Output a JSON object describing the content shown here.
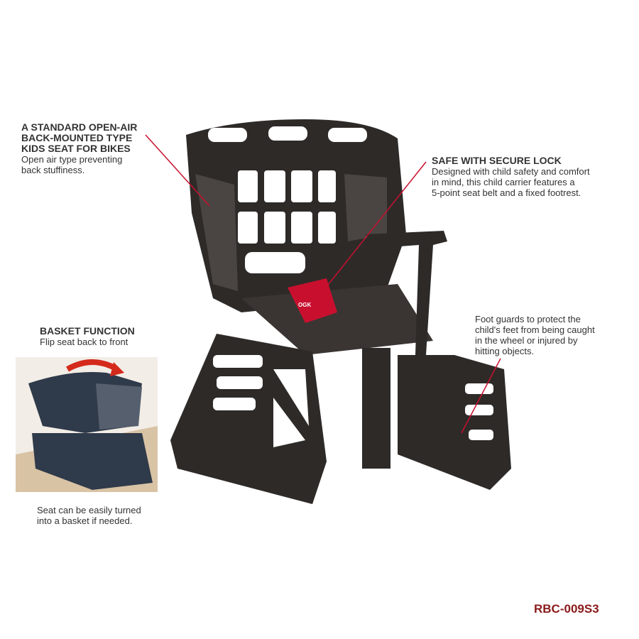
{
  "callouts": {
    "open_air": {
      "title_lines": [
        "A STANDARD OPEN-AIR",
        "BACK-MOUNTED TYPE",
        "KIDS SEAT FOR BIKES"
      ],
      "desc_lines": [
        "Open air type preventing",
        "back stuffiness."
      ]
    },
    "secure_lock": {
      "title": "SAFE WITH SECURE LOCK",
      "desc_lines": [
        "Designed with child safety and comfort",
        "in mind, this child carrier features a",
        "5-point seat belt and a fixed footrest."
      ]
    },
    "basket": {
      "title": "BASKET FUNCTION",
      "subtitle": "Flip seat back to front",
      "desc_lines": [
        "Seat can be easily turned",
        "into a basket if needed."
      ]
    },
    "foot_guards": {
      "desc_lines": [
        "Foot guards to protect the",
        "child's feet from being caught",
        "in the wheel or injured by",
        "hitting objects."
      ]
    }
  },
  "buckle_logo": "OGK",
  "model": "RBC-009S3",
  "colors": {
    "accent": "#c8102e",
    "model_text": "#8b1a1a",
    "seat": "#2e2a28"
  }
}
